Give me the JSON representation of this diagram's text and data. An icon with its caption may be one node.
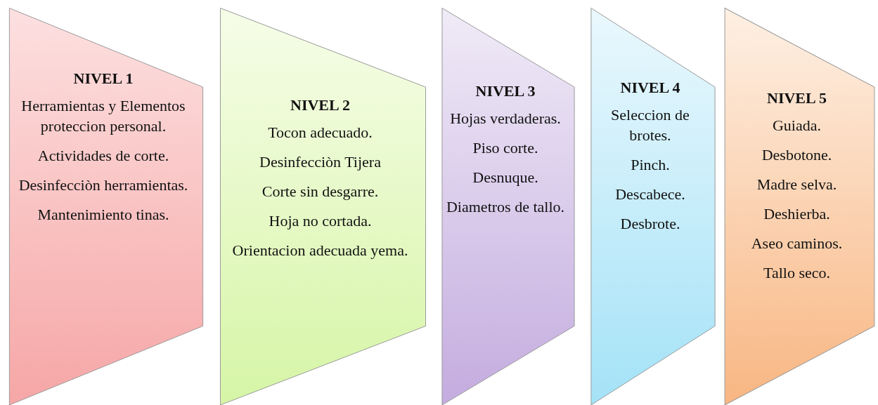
{
  "diagram": {
    "nodes": [
      {
        "text": [
          "NIVEL 1",
          "Herramientas y Elementos proteccion personal.",
          "Actividades de corte.",
          "Desinfecciòn herramientas.",
          "Mantenimiento tinas."
        ]
      },
      {
        "text": [
          "NIVEL 2",
          "Tocon adecuado.",
          "Desinfecciòn Tijera",
          "Corte sin desgarre.",
          "Hoja no cortada.",
          "Orientacion adecuada yema."
        ]
      },
      {
        "text": [
          "NIVEL 3",
          "Hojas verdaderas.",
          "Piso corte.",
          "Desnuque.",
          "Diametros de tallo."
        ]
      },
      {
        "text": [
          "NIVEL 4",
          "Seleccion de brotes.",
          "Pinch.",
          "Descabece.",
          "Desbrote."
        ]
      },
      {
        "text": [
          "NIVEL 5",
          "Guiada.",
          "Desbotone.",
          "Madre selva.",
          "Deshierba.",
          "Aseo caminos.",
          "Tallo seco."
        ]
      }
    ]
  }
}
